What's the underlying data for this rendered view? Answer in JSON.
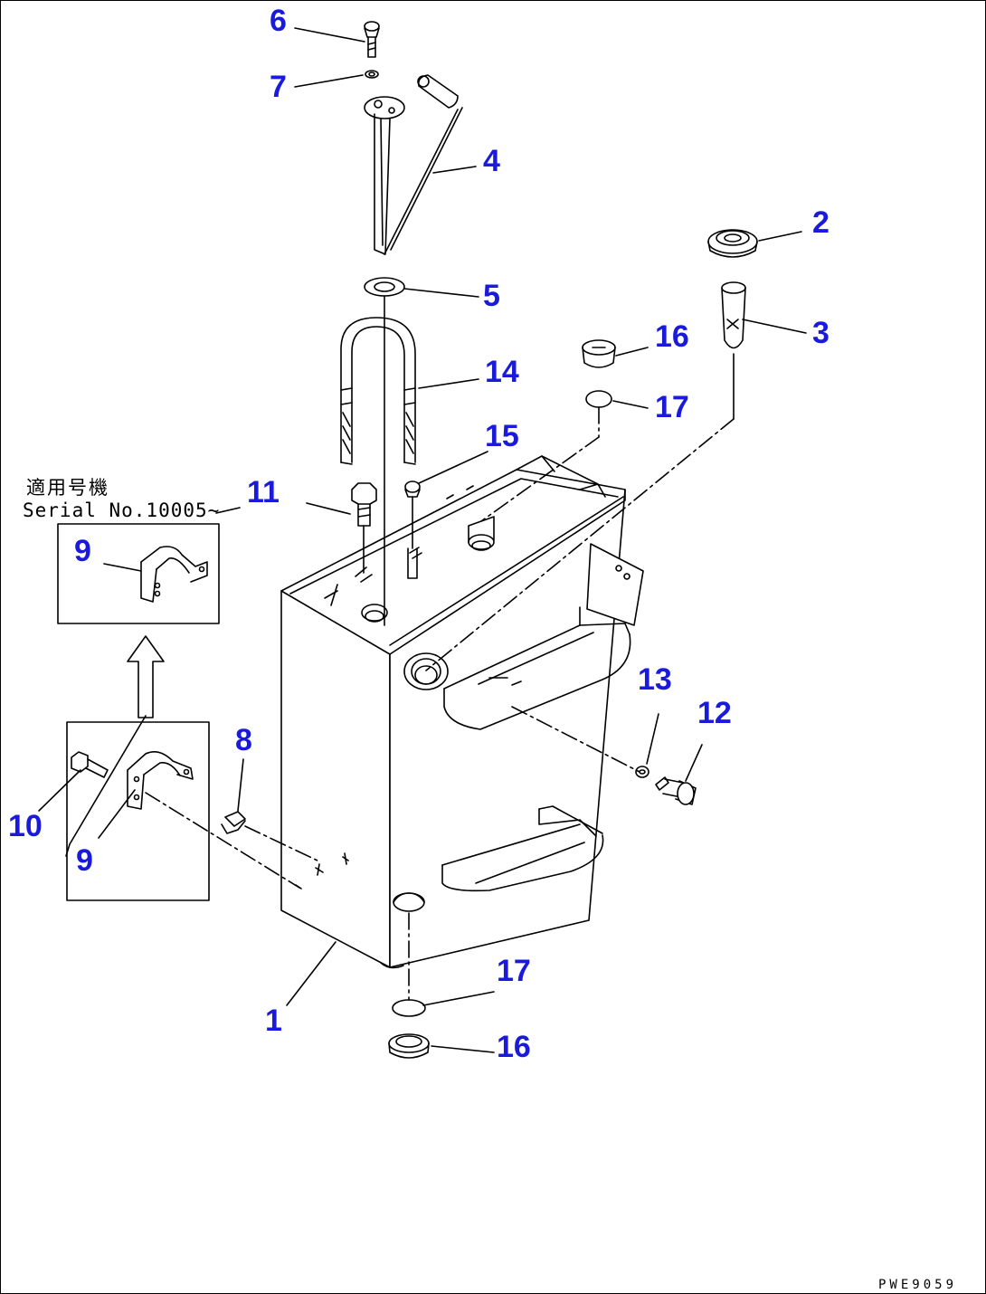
{
  "callout_color": "#1a1adc",
  "line_color": "#000000",
  "callouts": [
    "1",
    "2",
    "3",
    "4",
    "5",
    "6",
    "7",
    "8",
    "9",
    "10",
    "11",
    "12",
    "13",
    "14",
    "15",
    "16",
    "17"
  ],
  "inset_callout": "9",
  "lower_callout_9": "9",
  "lower_callout_16": "16",
  "lower_callout_17": "17",
  "serial_note": {
    "line1": "適用号機",
    "line2": "Serial No.10005~"
  },
  "drawing_id": "PWE9059"
}
